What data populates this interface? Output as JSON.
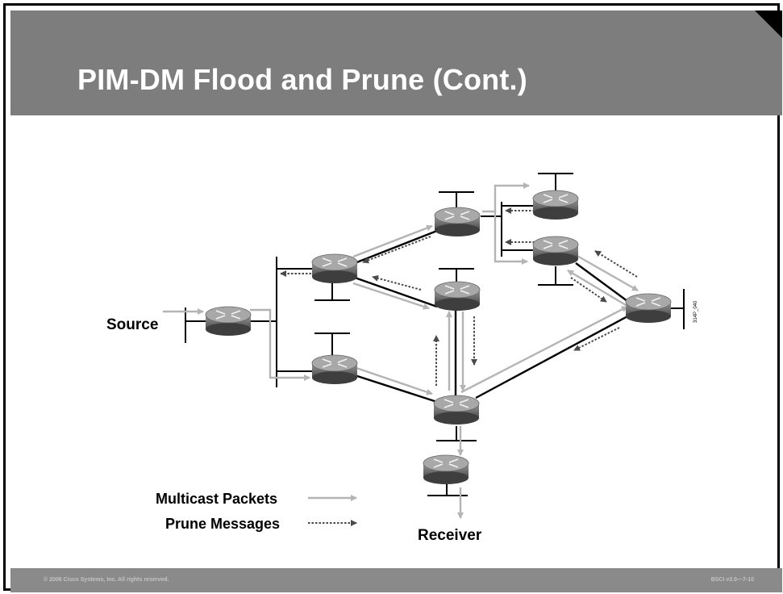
{
  "slide": {
    "title": "PIM-DM Flood and Prune (Cont.)",
    "footer_left": "© 2006 Cisco Systems, Inc. All rights reserved.",
    "footer_right": "BSCI v3.0—7-10"
  },
  "diagram": {
    "source_label": "Source",
    "receiver_label": "Receiver",
    "figure_id": "314P_040",
    "legend": {
      "multicast": "Multicast Packets",
      "prune": "Prune Messages"
    }
  },
  "colors": {
    "title_bar": "#7d7d7d",
    "footer_bar": "#8a8a8a",
    "multicast_arrow": "#b4b4b4",
    "prune_arrow": "#555555"
  }
}
